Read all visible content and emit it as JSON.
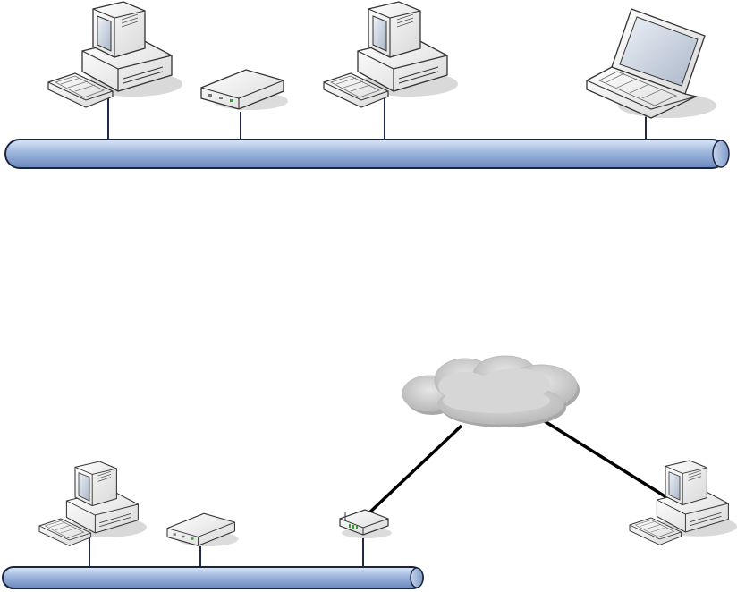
{
  "diagram": {
    "colors": {
      "background": "#ffffff",
      "bus_fill_light": "#dbe7f7",
      "bus_fill_mid": "#9db6dc",
      "bus_fill_dark": "#6a88bd",
      "bus_stroke": "#1b2440",
      "drop_line": "#1f2a4a",
      "wan_link": "#000000",
      "device_body": "#f3f3f3",
      "device_edge": "#333333",
      "screen": "#c9d4e4",
      "cloud_fill": "#cfcfcf",
      "cloud_shadow": "#a8a8a8",
      "router_led": "#2aa52a"
    },
    "top_network": {
      "bus": "ethernet-bus",
      "devices": [
        {
          "kind": "desktop-computer",
          "icon": "desktop-computer-icon"
        },
        {
          "kind": "modem",
          "icon": "modem-icon"
        },
        {
          "kind": "desktop-computer",
          "icon": "desktop-computer-icon"
        },
        {
          "kind": "laptop",
          "icon": "laptop-icon"
        }
      ]
    },
    "bottom_network": {
      "bus": "ethernet-bus",
      "devices": [
        {
          "kind": "desktop-computer",
          "icon": "desktop-computer-icon"
        },
        {
          "kind": "modem",
          "icon": "modem-icon"
        },
        {
          "kind": "router",
          "icon": "router-icon"
        }
      ],
      "wan": {
        "cloud": "cloud-icon",
        "remote": {
          "kind": "desktop-computer",
          "icon": "desktop-computer-icon"
        }
      }
    }
  }
}
